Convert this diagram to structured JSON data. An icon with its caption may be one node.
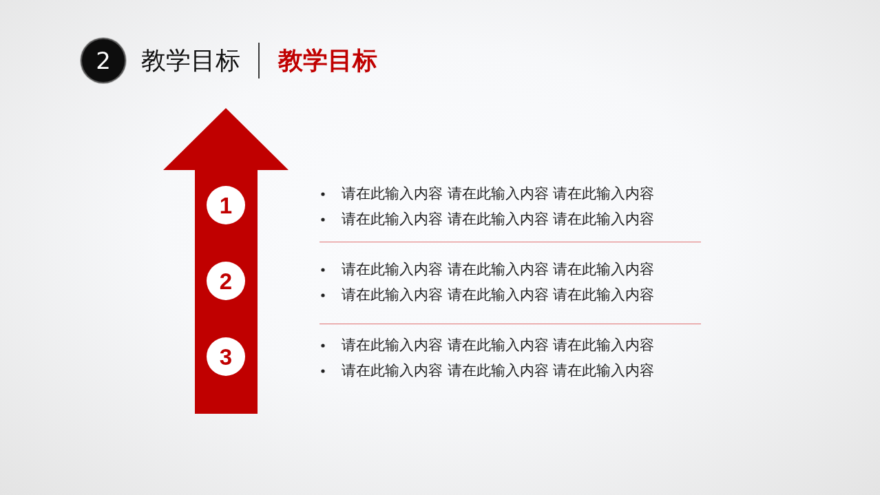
{
  "diagram": {
    "title": "教学目标",
    "nodes": [
      {
        "text": [
          "2"
        ]
      },
      {
        "text": [],
        "shape": "arrow"
      },
      {
        "text": [
          "1"
        ],
        "in": 1
      },
      {
        "text": [
          "2"
        ],
        "in": 1
      },
      {
        "text": [
          "3"
        ],
        "in": 1
      }
    ],
    "labels": [
      "教学目标",
      "请在此输入内容 请在此输入内容 请在此输入内容",
      "请在此输入内容 请在此输入内容 请在此输入内容",
      "请在此输入内容 请在此输入内容 请在此输入内容",
      "请在此输入内容 请在此输入内容 请在此输入内容",
      "请在此输入内容 请在此输入内容 请在此输入内容",
      "请在此输入内容 请在此输入内容 请在此输入内容"
    ]
  }
}
